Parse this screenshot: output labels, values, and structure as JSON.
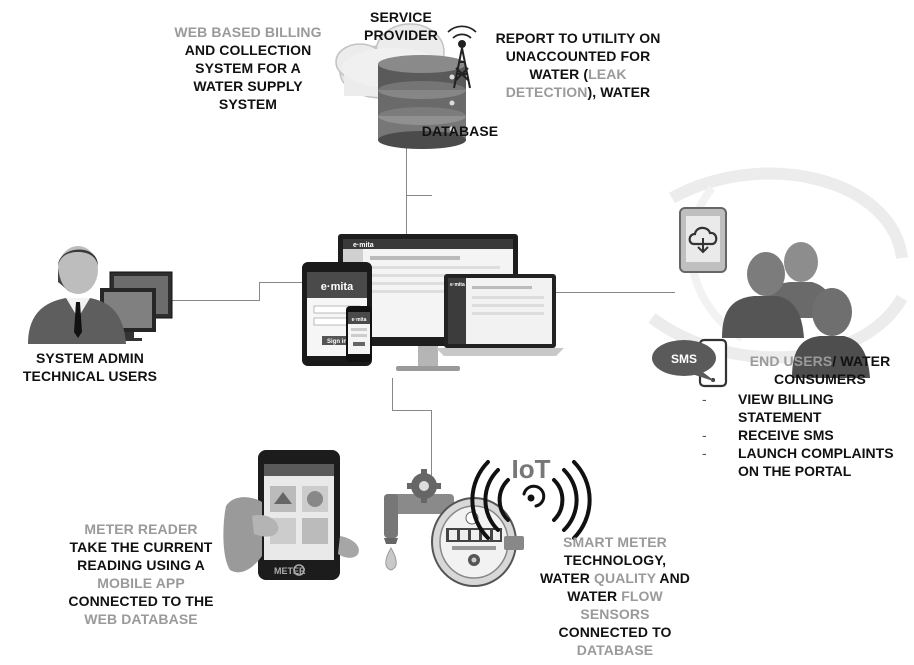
{
  "top": {
    "service_provider": [
      "SERVICE",
      "PROVIDER"
    ],
    "web_billing": {
      "line1_gray": "WEB BASED BILLING",
      "lines": [
        "AND COLLECTION",
        "SYSTEM FOR A",
        "WATER SUPPLY",
        "SYSTEM"
      ]
    },
    "report": {
      "line1": "REPORT TO UTILITY ON",
      "line2": "UNACCOUNTED FOR",
      "line3_pre": "WATER (",
      "line3_gray": "LEAK",
      "line4_gray": "DETECTION",
      "line4_post": "), WATER"
    },
    "database": "DATABASE"
  },
  "admin": {
    "lines": [
      "SYSTEM ADMIN",
      "TECHNICAL USERS"
    ]
  },
  "end_users": {
    "title_gray": "END USERS",
    "title_rest": "/ WATER",
    "title_line2": "CONSUMERS",
    "sms_badge": "SMS",
    "items": [
      {
        "dash": "-",
        "lines": [
          "VIEW BILLING",
          "STATEMENT"
        ]
      },
      {
        "dash": "-",
        "lines": [
          "RECEIVE SMS"
        ]
      },
      {
        "dash": "-",
        "lines": [
          "LAUNCH COMPLAINTS",
          "ON THE PORTAL"
        ]
      }
    ]
  },
  "meter_reader": {
    "title_gray": "METER READER",
    "line2": "TAKE THE CURRENT",
    "line3": "READING USING A",
    "line4_gray": "MOBILE APP",
    "line5": "CONNECTED TO THE",
    "line6_gray": "WEB DATABASE",
    "phone_label": "METER"
  },
  "smart_meter": {
    "iot": "IoT",
    "line1_gray": "SMART METER",
    "line2": "TECHNOLOGY,",
    "line3_pre": "WATER ",
    "line3_gray": "QUALITY",
    "line3_post": " AND",
    "line4_pre": "WATER ",
    "line4_gray": "FLOW",
    "line5_gray": "SENSORS",
    "line6": "CONNECTED TO",
    "line7_gray": "DATABASE"
  },
  "devices": {
    "brand": "e·mita",
    "sign_in": "Sign in"
  },
  "colors": {
    "gray_text": "#9a9a9a",
    "dark_text": "#111111",
    "connector": "#888888"
  }
}
